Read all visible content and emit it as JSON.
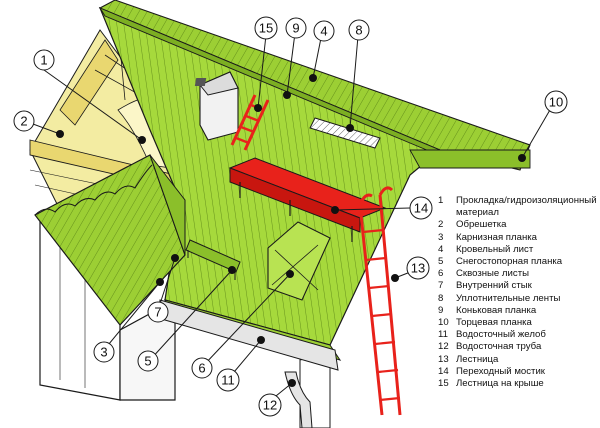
{
  "callouts": [
    "1",
    "2",
    "3",
    "4",
    "5",
    "6",
    "7",
    "8",
    "9",
    "10",
    "11",
    "12",
    "13",
    "14",
    "15"
  ],
  "legend": [
    {
      "num": "1",
      "text": "Прокладка/гидроизоляционный материал"
    },
    {
      "num": "2",
      "text": "Обрешетка"
    },
    {
      "num": "3",
      "text": "Карнизная планка"
    },
    {
      "num": "4",
      "text": "Кровельный лист"
    },
    {
      "num": "5",
      "text": "Снегостопорная планка"
    },
    {
      "num": "6",
      "text": "Сквозные листы"
    },
    {
      "num": "7",
      "text": "Внутренний стык"
    },
    {
      "num": "8",
      "text": "Уплотнительные ленты"
    },
    {
      "num": "9",
      "text": "Коньковая планка"
    },
    {
      "num": "10",
      "text": "Торцевая планка"
    },
    {
      "num": "11",
      "text": "Водосточный желоб"
    },
    {
      "num": "12",
      "text": "Водосточная труба"
    },
    {
      "num": "13",
      "text": "Лестница"
    },
    {
      "num": "14",
      "text": "Переходный мостик"
    },
    {
      "num": "15",
      "text": "Лестница на крыше"
    }
  ],
  "colors": {
    "roof": "#a6d93c",
    "roof_dark": "#8bbf2a",
    "insulation": "#f3eca2",
    "rafter": "#e9d770",
    "bridge": "#e8221b",
    "wall": "#ffffff",
    "line": "#1a1a1a"
  }
}
